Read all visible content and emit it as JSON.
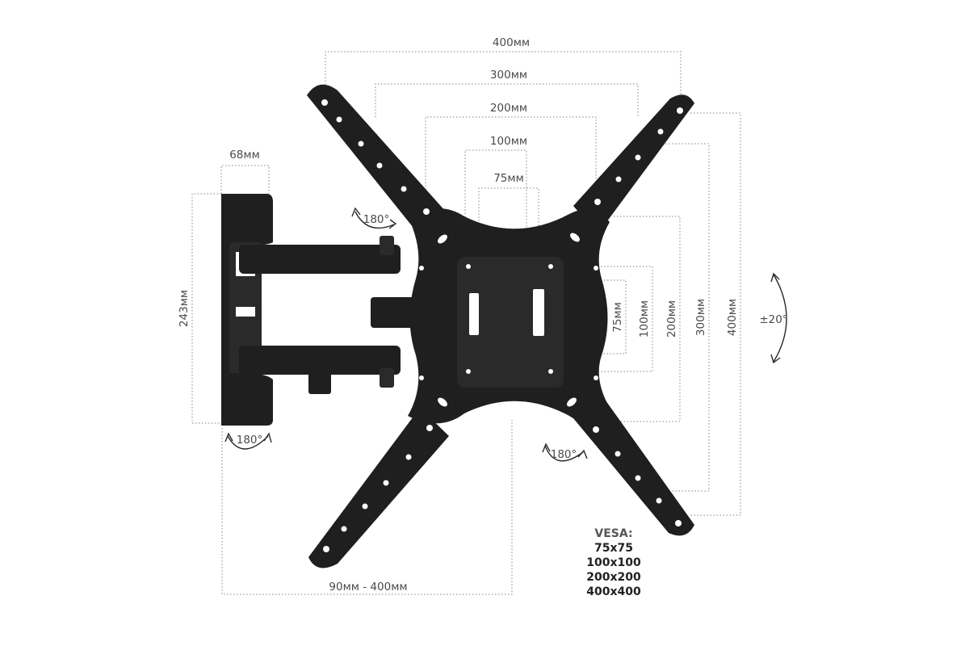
{
  "dimensions": {
    "width_400": "400мм",
    "width_300": "300мм",
    "width_200": "200мм",
    "width_100": "100мм",
    "width_75": "75мм",
    "height_75": "75мм",
    "height_100": "100мм",
    "height_200": "200мм",
    "height_300": "300мм",
    "height_400": "400мм",
    "wallplate_width": "68мм",
    "wallplate_height": "243мм",
    "extension": "90мм - 400мм"
  },
  "rotations": {
    "arm_top": "180°",
    "wall_bottom": "180°",
    "plate_bottom": "180°",
    "tilt": "±20°"
  },
  "vesa": {
    "heading": "VESA:",
    "sizes": [
      "75x75",
      "100x100",
      "200x200",
      "400x400"
    ]
  }
}
